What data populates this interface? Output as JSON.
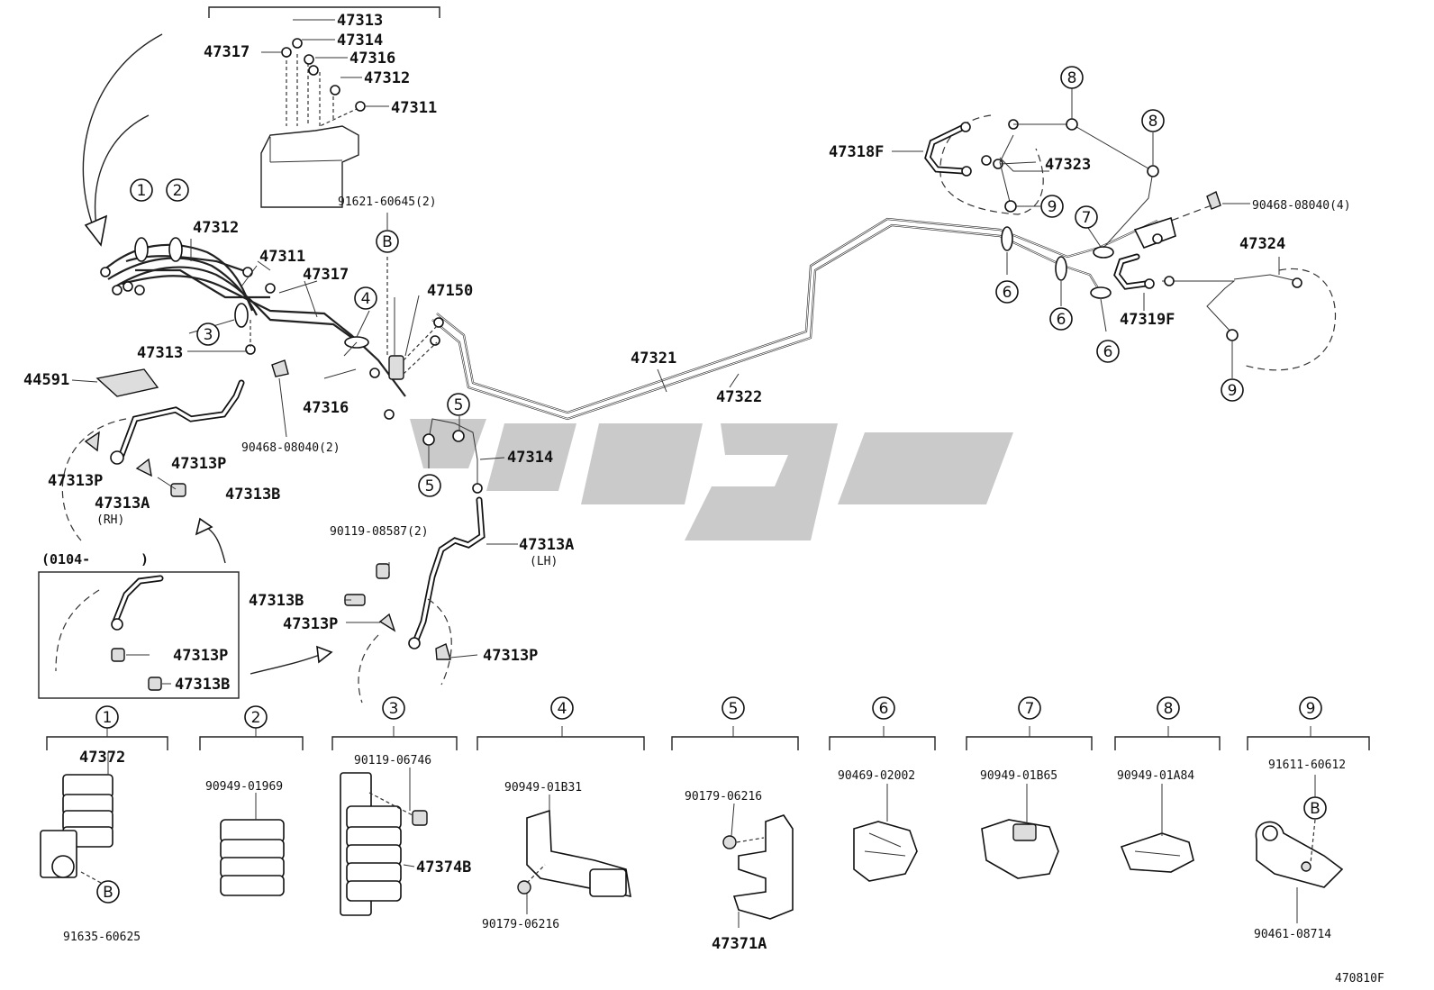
{
  "diagram_code": "470810F",
  "ref_circles": [
    "1",
    "2",
    "3",
    "4",
    "5",
    "6",
    "7",
    "8",
    "9"
  ],
  "ref_b": "B",
  "labels": {
    "p47313_top": "47313",
    "p47314_top": "47314",
    "p47317_top": "47317",
    "p47316_top": "47316",
    "p47312_top": "47312",
    "p47311_top": "47311",
    "p91621": "91621-60645(2)",
    "p47312": "47312",
    "p47311": "47311",
    "p47317": "47317",
    "p47150": "47150",
    "p47313": "47313",
    "p44591": "44591",
    "p47316": "47316",
    "p90468_left": "90468-08040(2)",
    "p47313P_a": "47313P",
    "p47313P_b": "47313P",
    "p47313A_rh": "47313A",
    "rh": "(RH)",
    "p47313B_a": "47313B",
    "p47321": "47321",
    "p47322": "47322",
    "p47314": "47314",
    "p90119_08587": "90119-08587(2)",
    "p47313A_lh": "47313A",
    "lh": "(LH)",
    "p47313B_b": "47313B",
    "p47313P_c": "47313P",
    "p47313P_d": "47313P",
    "box_date": "(0104-",
    "box_close": ")",
    "box_47313P": "47313P",
    "box_47313B": "47313B",
    "p47318F": "47318F",
    "p47323": "47323",
    "p90468_right": "90468-08040(4)",
    "p47324": "47324",
    "p47319F": "47319F",
    "c1_47372": "47372",
    "c1_91635": "91635-60625",
    "c2_90949_01969": "90949-01969",
    "c3_90119_06746": "90119-06746",
    "c3_47374B": "47374B",
    "c4_90949_01B31": "90949-01B31",
    "c4_90179_06216": "90179-06216",
    "c5_90179_06216": "90179-06216",
    "c5_47371A": "47371A",
    "c6_90469_02002": "90469-02002",
    "c7_90949_01B65": "90949-01B65",
    "c8_90949_01A84": "90949-01A84",
    "c9_91611_60612": "91611-60612",
    "c9_90461_08714": "90461-08714"
  }
}
